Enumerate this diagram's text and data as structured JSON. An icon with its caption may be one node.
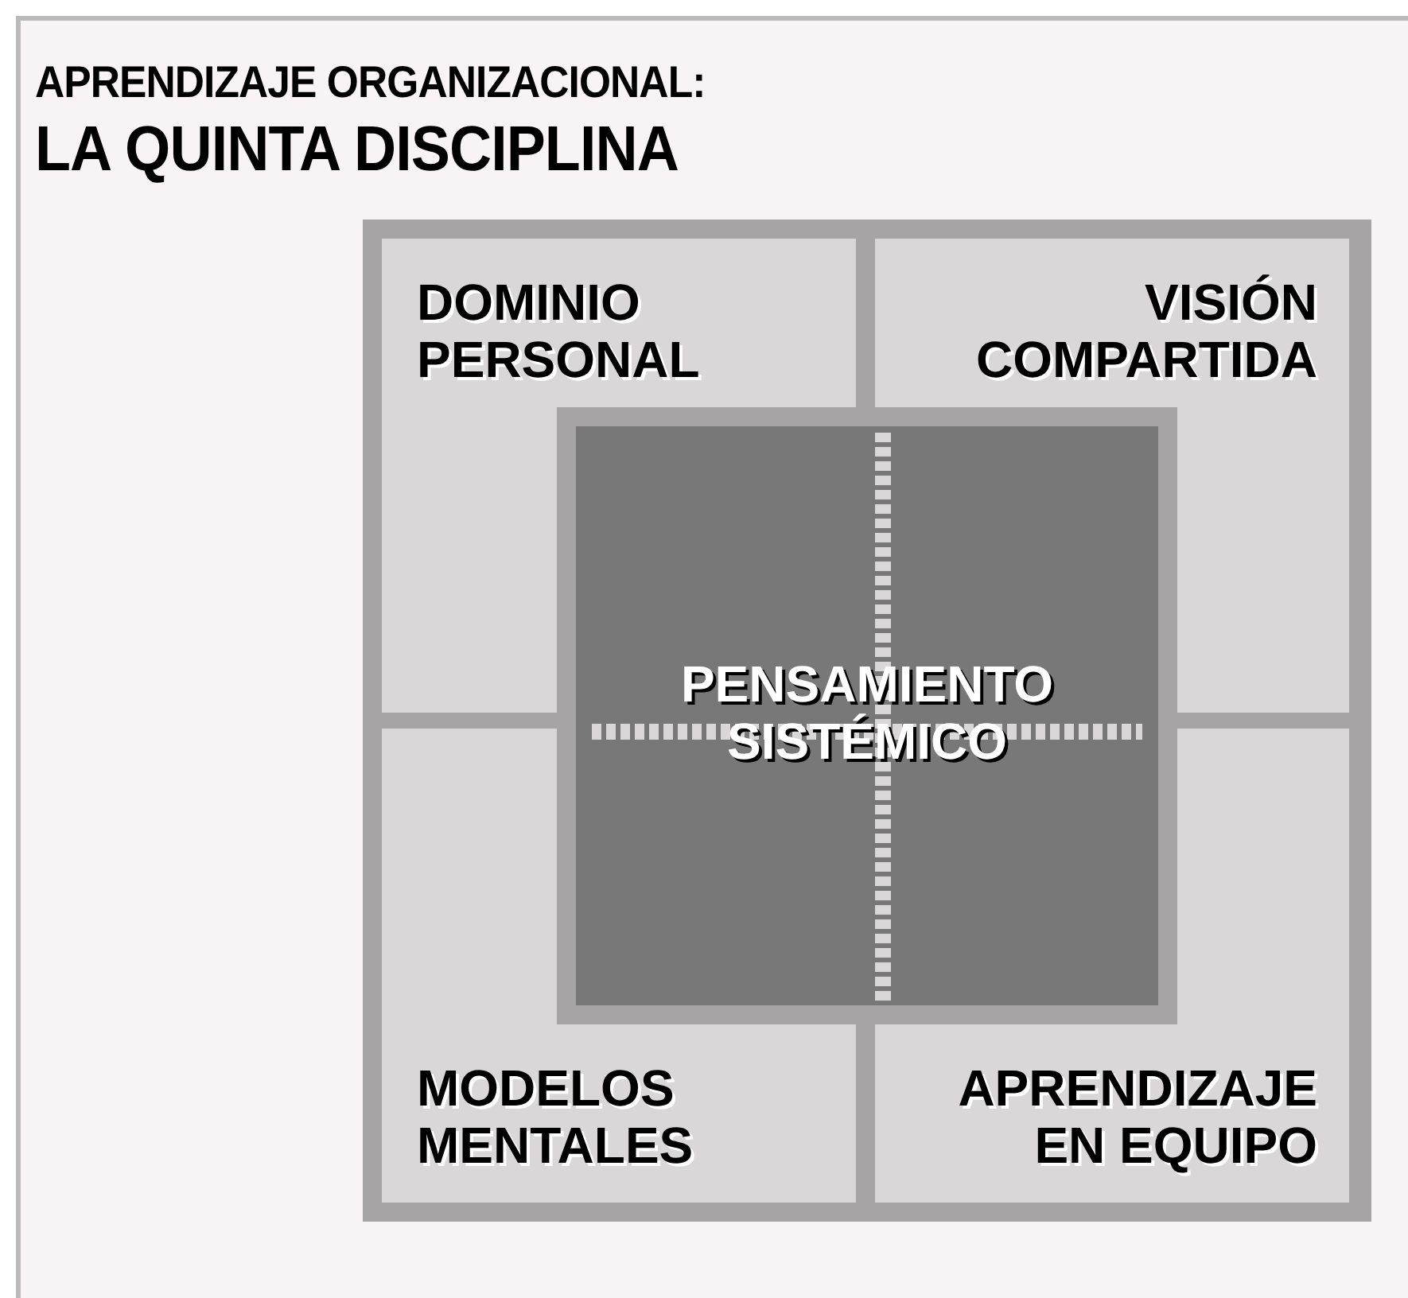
{
  "diagram": {
    "title": "APRENDIZAJE ORGANIZACIONAL:",
    "nodes": [
      {
        "text": [
          "DOMINIO PERSONAL"
        ]
      },
      {
        "text": [
          "VISIÓN COMPARTIDA"
        ]
      },
      {
        "text": [
          "MODELOS MENTALES"
        ]
      },
      {
        "text": [
          "APRENDIZAJE EN EQUIPO"
        ]
      },
      {
        "text": [
          "PENSAMIENTO SISTÉMICO"
        ]
      }
    ],
    "labels": [
      "LA QUINTA DISCIPLINA"
    ]
  }
}
